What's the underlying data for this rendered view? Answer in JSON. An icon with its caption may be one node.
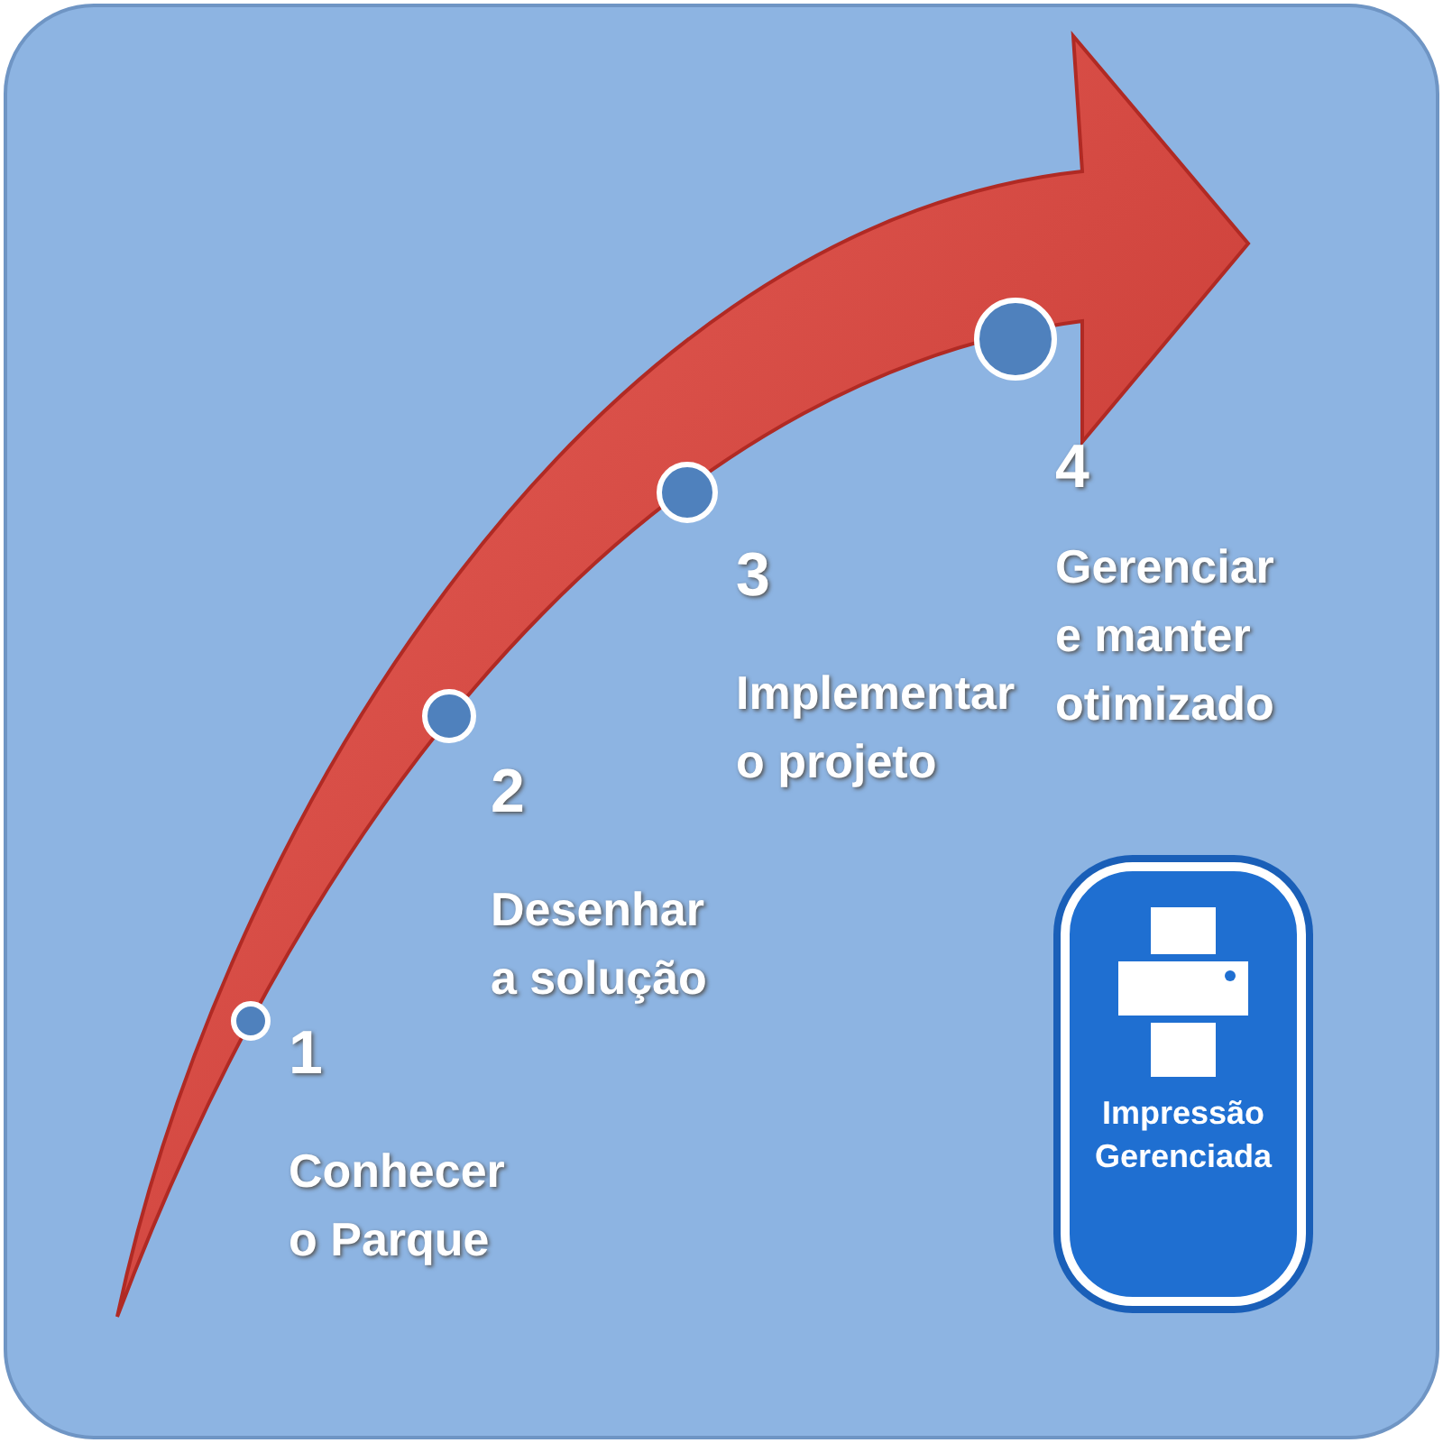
{
  "diagram": {
    "nodes": [
      {
        "text": [],
        "shape": "arrow"
      },
      {
        "text": [],
        "shape": "circle",
        "in": 0,
        "beside": [
          "1",
          "Conhecer o Parque"
        ]
      },
      {
        "text": [],
        "shape": "circle",
        "in": 0,
        "beside": [
          "2",
          "Desenhar a solução"
        ]
      },
      {
        "text": [],
        "shape": "circle",
        "in": 0,
        "beside": [
          "3",
          "Implementar o projeto"
        ]
      },
      {
        "text": [],
        "shape": "circle",
        "in": 0,
        "beside": [
          "4",
          "Gerenciar e manter otimizado"
        ]
      },
      {
        "text": [
          "Impressão Gerenciada"
        ]
      }
    ]
  }
}
